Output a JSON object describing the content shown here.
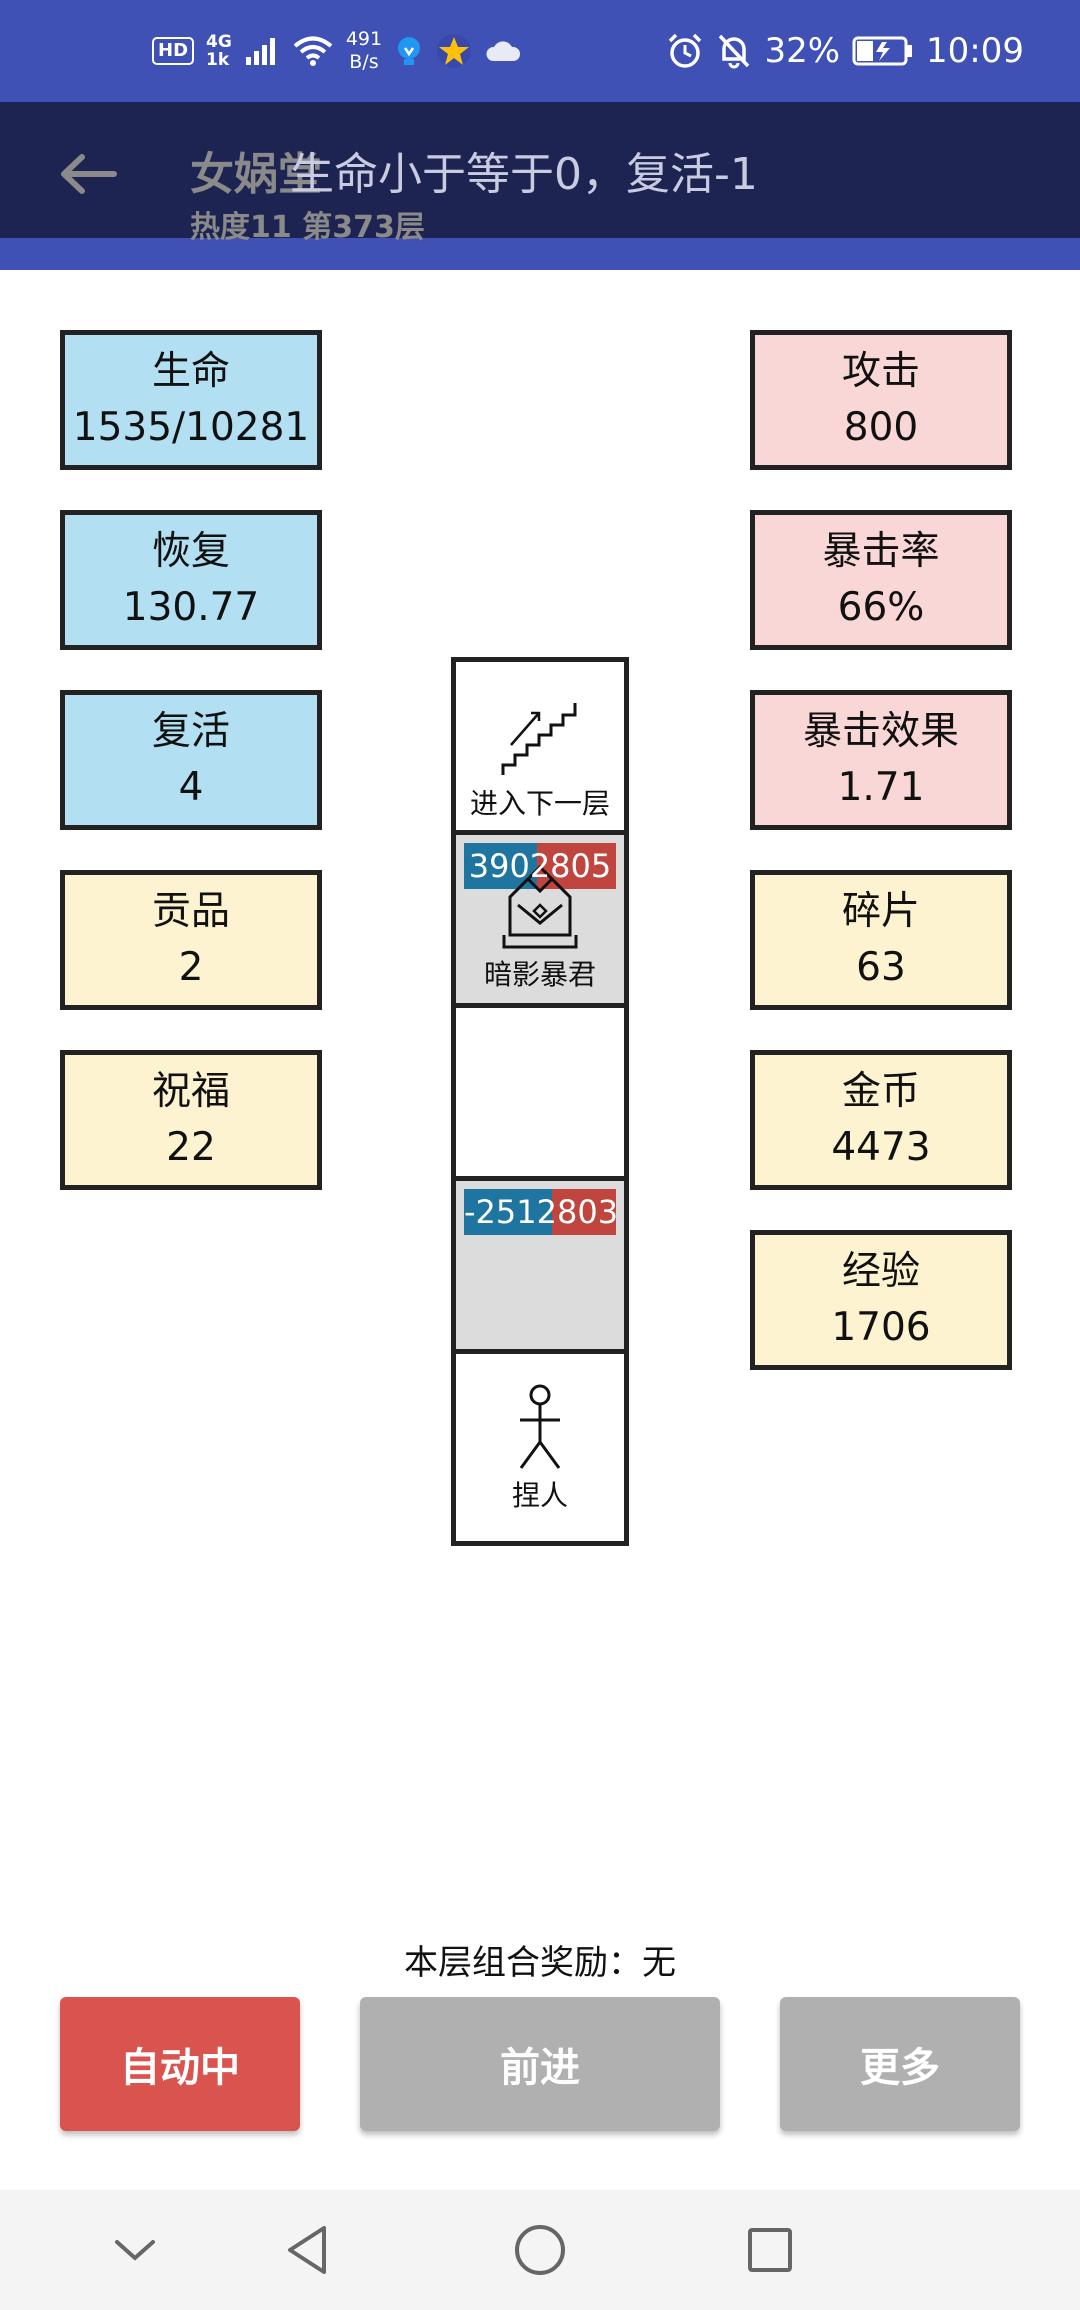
{
  "status_bar": {
    "hd": "HD",
    "network": "4G",
    "net_sub": "1k",
    "speed_value": "491",
    "speed_unit": "B/s",
    "battery": "32%",
    "time": "10:09"
  },
  "app_bar": {
    "title": "女娲堂",
    "toast": "生命小于等于0，复活-1",
    "subtitle": "热度11 第373层"
  },
  "stats_left": [
    {
      "label": "生命",
      "value": "1535/10281"
    },
    {
      "label": "恢复",
      "value": "130.77"
    },
    {
      "label": "复活",
      "value": "4"
    },
    {
      "label": "贡品",
      "value": "2"
    },
    {
      "label": "祝福",
      "value": "22"
    }
  ],
  "stats_right": [
    {
      "label": "攻击",
      "value": "800"
    },
    {
      "label": "暴击率",
      "value": "66%"
    },
    {
      "label": "暴击效果",
      "value": "1.71"
    },
    {
      "label": "碎片",
      "value": "63"
    },
    {
      "label": "金币",
      "value": "4473"
    },
    {
      "label": "经验",
      "value": "1706"
    }
  ],
  "tower": {
    "stairs_label": "进入下一层",
    "enemy_hp_text": "3902805",
    "enemy_hp_fraction": 0.48,
    "enemy_name": "暗影暴君",
    "damage_hp_text": "-2512803",
    "damage_hp_fraction": 0.58,
    "player_name": "捏人"
  },
  "reward_text": "本层组合奖励：无",
  "buttons": {
    "auto": "自动中",
    "forward": "前进",
    "more": "更多"
  },
  "colors": {
    "primary": "#3f51b5",
    "primary_dark": "#1e2452",
    "hp_blue": "#1e75a0",
    "hp_red": "#c0453e",
    "auto_button": "#d9534f",
    "disabled_button": "#b0b0b0"
  }
}
